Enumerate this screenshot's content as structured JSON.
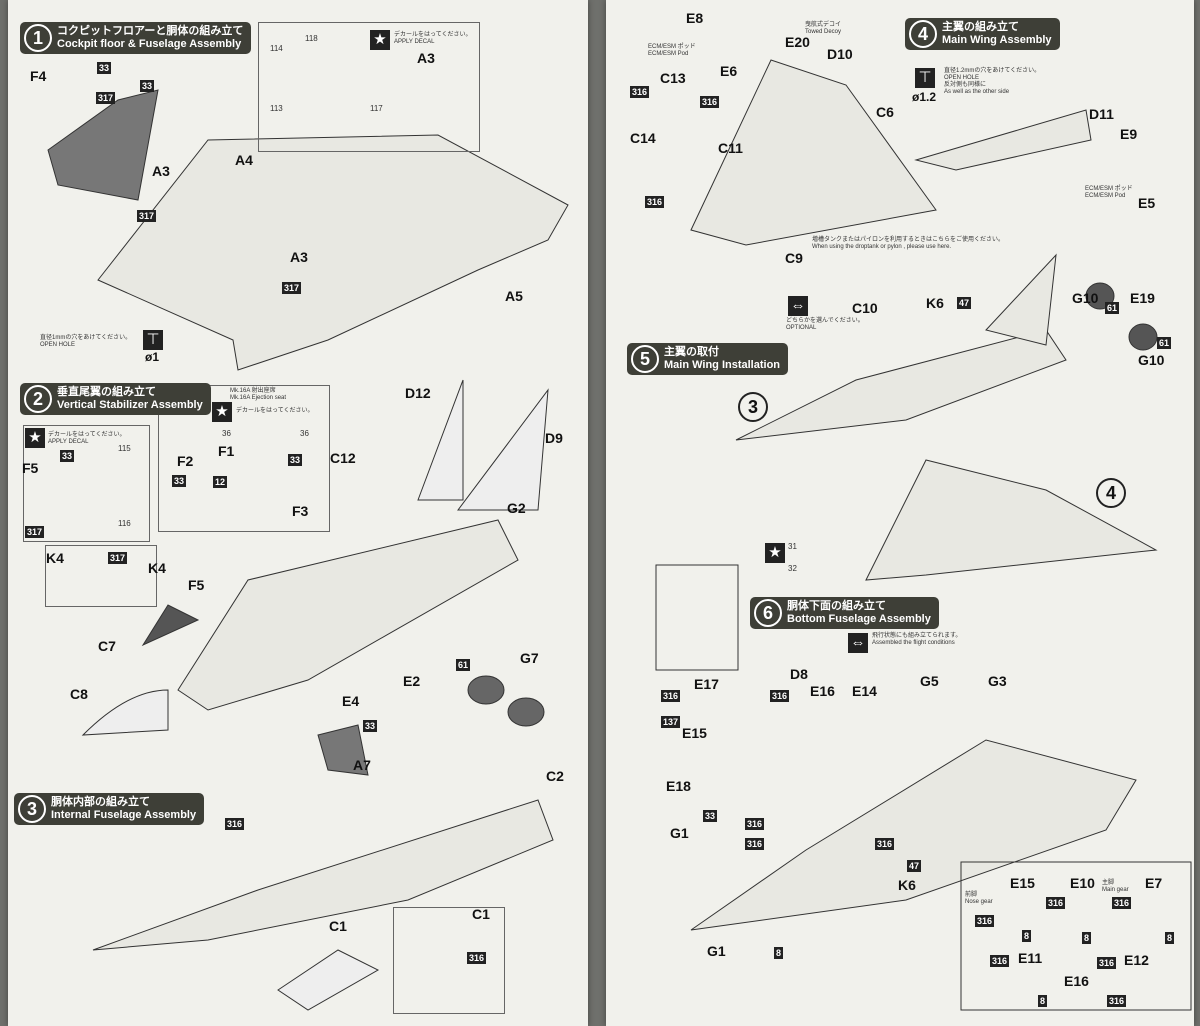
{
  "steps": [
    {
      "num": "1",
      "jp": "コクピットフロアーと胴体の組み立て",
      "en": "Cockpit floor & Fuselage Assembly"
    },
    {
      "num": "2",
      "jp": "垂直尾翼の組み立て",
      "en": "Vertical Stabilizer Assembly"
    },
    {
      "num": "3",
      "jp": "胴体内部の組み立て",
      "en": "Internal Fuselage Assembly"
    },
    {
      "num": "4",
      "jp": "主翼の組み立て",
      "en": "Main Wing Assembly"
    },
    {
      "num": "5",
      "jp": "主翼の取付",
      "en": "Main Wing Installation"
    },
    {
      "num": "6",
      "jp": "胴体下面の組み立て",
      "en": "Bottom Fuselage Assembly"
    }
  ],
  "notes": {
    "decal_jp": "デカールをはってください。",
    "decal_en": "APPLY DECAL",
    "hole1_jp": "直径1mmの穴をあけてください。",
    "hole1_en": "OPEN HOLE",
    "hole1_d": "ø1",
    "seat_jp": "Mk.16A 射出座席",
    "seat_en": "Mk.16A Ejection seat",
    "decoy_jp": "曳航式デコイ",
    "decoy_en": "Towed Decoy",
    "ecm_jp": "ECM/ESM ポッド",
    "ecm_en": "ECM/ESM Pod",
    "hole12_jp": "直径1.2mmの穴をあけてください。",
    "hole12_en": "OPEN HOLE",
    "hole12_jp2": "反対側も同様に",
    "hole12_en2": "As well as the other side",
    "hole12_d": "ø1.2",
    "tank_jp": "増槽タンクまたはパイロンを利用するときはこちらをご使用ください。",
    "tank_en": "When using the droptank or pylon , please use here.",
    "optional_jp": "どちらかを選んでください。",
    "optional_en": "OPTIONAL",
    "flight_jp": "飛行状態にも組み立てられます。",
    "flight_en": "Assembled the flight conditions",
    "nose_jp": "前脚",
    "nose_en": "Nose gear",
    "main_jp": "主脚",
    "main_en": "Main gear"
  },
  "left_labels": [
    "F4",
    "33",
    "33",
    "317",
    "A3",
    "A4",
    "317",
    "A3",
    "317",
    "A5",
    "A3",
    "D12",
    "D9",
    "C12",
    "G2",
    "F5",
    "33",
    "317",
    "K4",
    "317",
    "K4",
    "F5",
    "C7",
    "C8",
    "F2",
    "F1",
    "33",
    "12",
    "33",
    "F3",
    "36",
    "36",
    "E4",
    "33",
    "A7",
    "E2",
    "61",
    "G7",
    "C2",
    "316",
    "C1",
    "C1",
    "316",
    "114",
    "118",
    "113",
    "117",
    "115",
    "116"
  ],
  "right_labels": [
    "E8",
    "E20",
    "E6",
    "D10",
    "C13",
    "316",
    "316",
    "C14",
    "C11",
    "316",
    "C6",
    "D11",
    "E9",
    "E5",
    "C9",
    "C10",
    "K6",
    "47",
    "G10",
    "61",
    "E19",
    "61",
    "G10",
    "3",
    "4",
    "31",
    "32",
    "E17",
    "316",
    "137",
    "D8",
    "316",
    "E16",
    "E14",
    "G5",
    "G3",
    "E15",
    "E18",
    "33",
    "316",
    "316",
    "316",
    "47",
    "K6",
    "G1",
    "G1",
    "8",
    "E15",
    "E10",
    "E7",
    "316",
    "316",
    "316",
    "8",
    "8",
    "8",
    "E11",
    "E12",
    "E16",
    "316",
    "316",
    "8",
    "316"
  ],
  "icons": [
    "star-decal-icon",
    "drill-hole-icon",
    "optional-arrows-icon"
  ]
}
